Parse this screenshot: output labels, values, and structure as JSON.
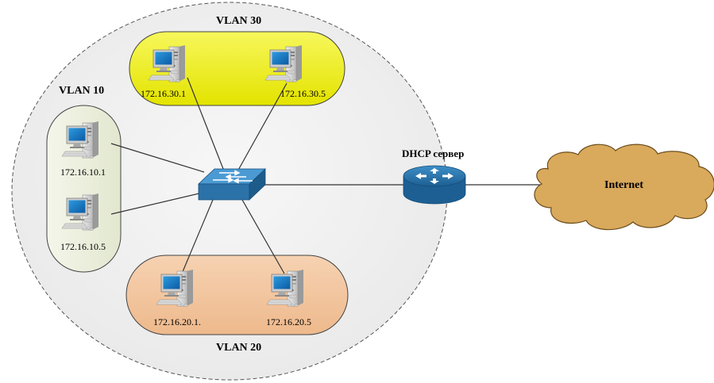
{
  "vlans": {
    "vlan30": {
      "title": "VLAN 30",
      "color": "#f1f10c",
      "hosts": [
        "172.16.30.1",
        "172.16.30.5"
      ]
    },
    "vlan10": {
      "title": "VLAN 10",
      "color": "#ecefdf",
      "hosts": [
        "172.16.10.1",
        "172.16.10.5"
      ]
    },
    "vlan20": {
      "title": "VLAN 20",
      "color": "#f2c7a2",
      "hosts": [
        "172.16.20.1.",
        "172.16.20.5"
      ]
    }
  },
  "router": {
    "label": "DHCP сервер",
    "color": "#2a72a8"
  },
  "switch": {
    "color": "#2a72a8"
  },
  "cloud": {
    "label": "Internet",
    "color": "#d9a95c"
  },
  "icons": {
    "host": "computer-icon",
    "switch": "network-switch-icon",
    "router": "router-icon",
    "cloud": "internet-cloud-icon"
  }
}
